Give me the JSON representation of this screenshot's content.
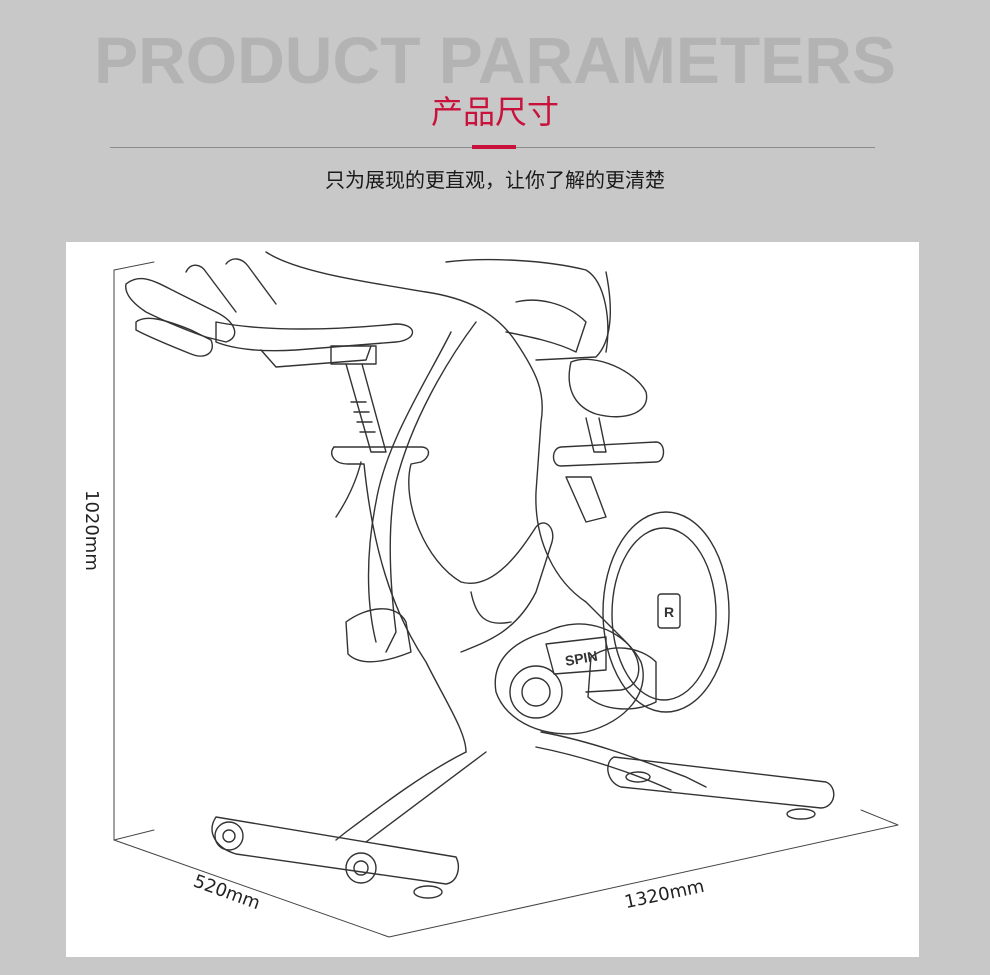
{
  "header": {
    "title_en": "PRODUCT PARAMETERS",
    "title_cn": "产品尺寸",
    "subtitle": "只为展现的更直观，让你了解的更清楚"
  },
  "dimensions": {
    "height": "1020mm",
    "depth": "520mm",
    "width": "1320mm"
  },
  "illustration": {
    "brand_text": "SPIN",
    "logo_letter": "R"
  },
  "colors": {
    "background": "#c8c8c8",
    "accent": "#c8123c",
    "title_gray": "#b3b3b3"
  }
}
